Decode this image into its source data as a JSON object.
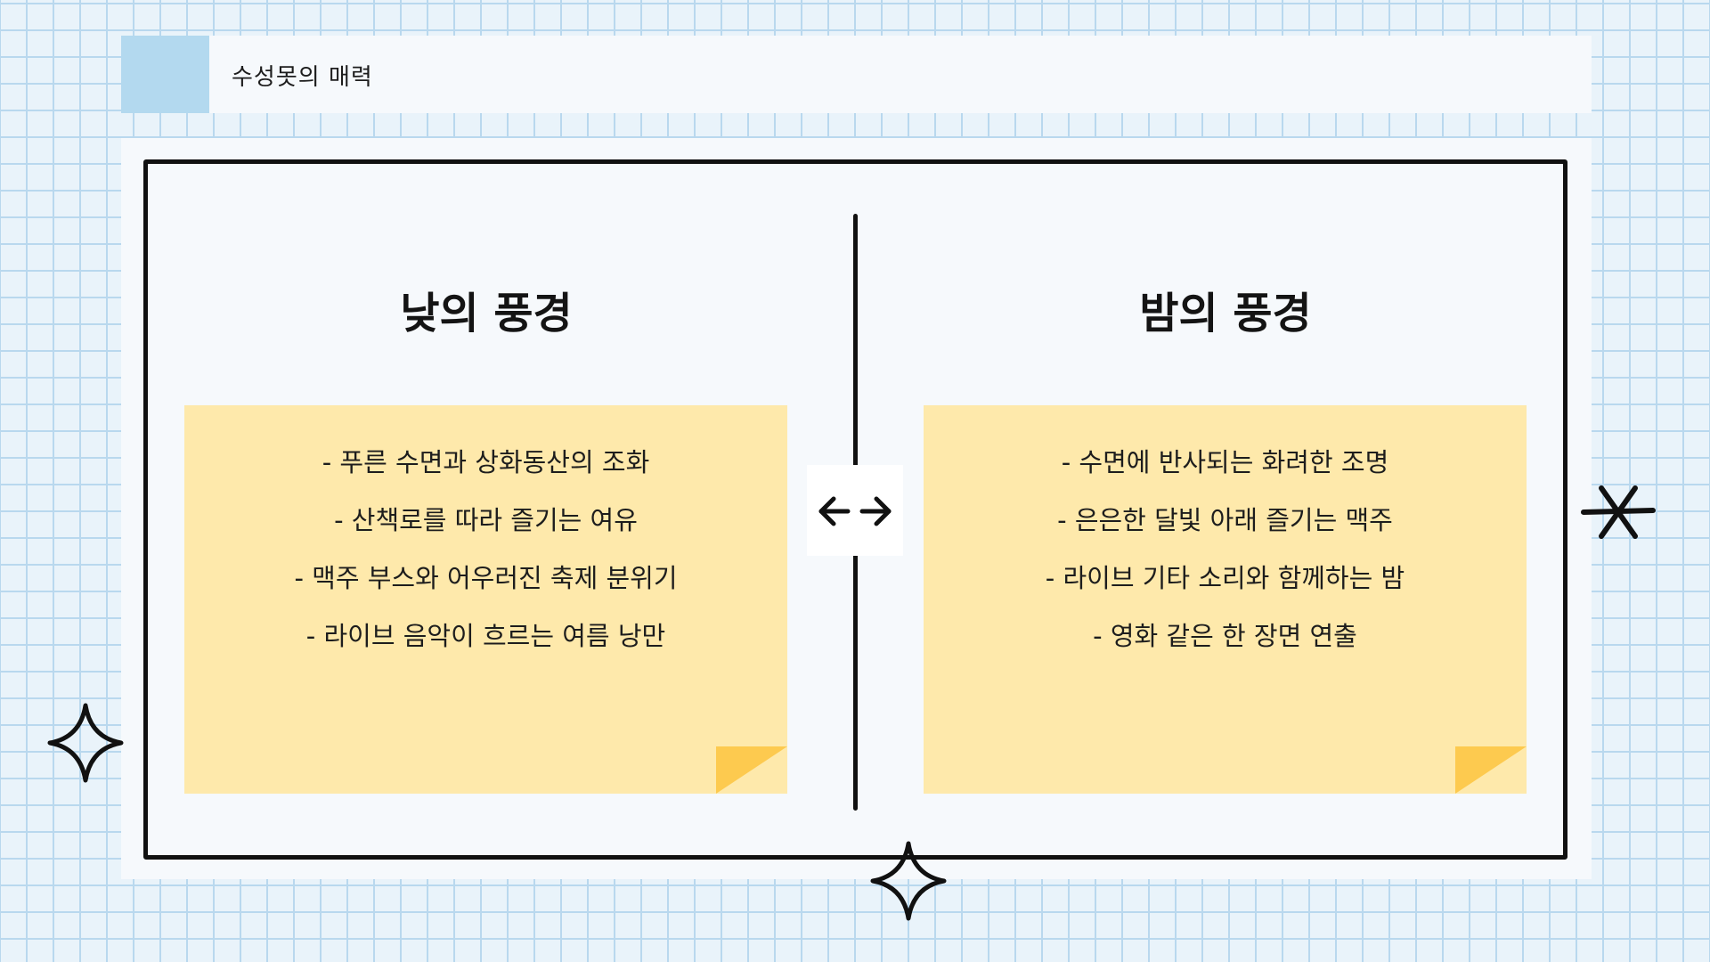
{
  "header": {
    "title": "수성못의 매력"
  },
  "day": {
    "title": "낮의 풍경",
    "items": [
      "- 푸른 수면과 상화동산의 조화",
      "- 산책로를 따라 즐기는 여유",
      "- 맥주 부스와 어우러진 축제 분위기",
      "- 라이브 음악이 흐르는 여름 낭만"
    ]
  },
  "night": {
    "title": "밤의 풍경",
    "items": [
      "- 수면에 반사되는 화려한 조명",
      "- 은은한 달빛 아래 즐기는 맥주",
      "- 라이브 기타 소리와 함께하는 밤",
      "- 영화 같은 한 장면 연출"
    ]
  },
  "icons": {
    "swap": "left-right-arrow-icon",
    "sparkle": "sparkle-star-icon",
    "asterisk": "asterisk-icon"
  },
  "colors": {
    "background": "#e9f3fa",
    "grid": "#b9d8ee",
    "accent_square": "#b3d9ef",
    "note": "#fee9ab",
    "note_fold": "#fdca4f",
    "ink": "#111111"
  }
}
